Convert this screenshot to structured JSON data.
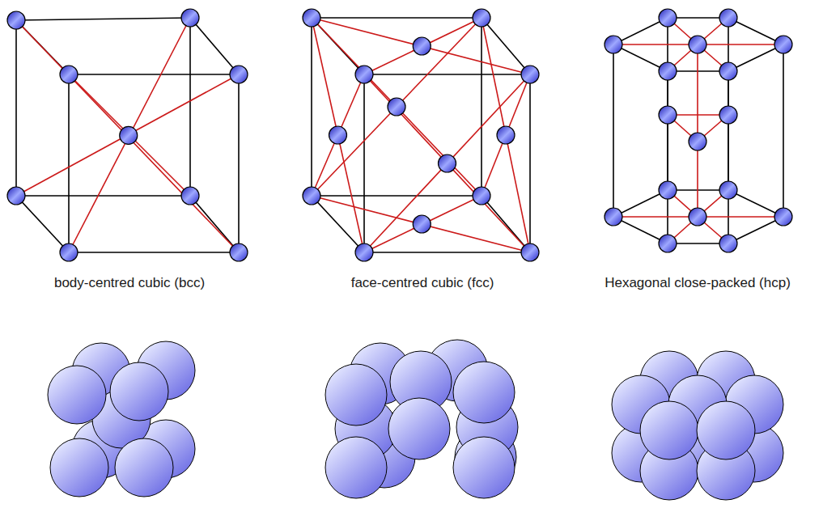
{
  "diagram": {
    "labels": [
      "body-centred cubic (bcc)",
      "face-centred cubic (fcc)",
      "Hexagonal close-packed (hcp)"
    ]
  }
}
